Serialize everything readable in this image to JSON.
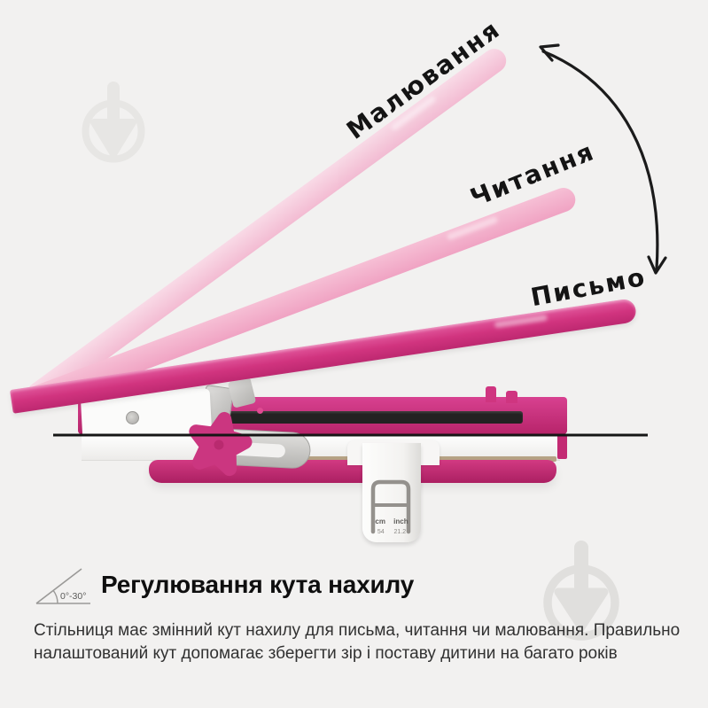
{
  "positions": {
    "drawing_label": "Малювання",
    "reading_label": "Читання",
    "writing_label": "Письмо"
  },
  "info": {
    "angle_range": "0°-30°",
    "heading": "Регулювання кута нахилу",
    "body": "Стільниця має змінний кут нахилу для письма, читання чи малювання. Правильно налаштований кут допомагає зберегти зір і поставу дитини на багато років"
  },
  "desk": {
    "ruler_header": "cm inch",
    "ruler_value": "54 21.2"
  },
  "colors": {
    "background": "#f2f1f0",
    "board_solid": "#d1347f",
    "board_ghost_light": "#f6cade",
    "board_ghost_mid": "#f2afcb",
    "annotation": "#1a1a1a",
    "watermark": "#e4e3e1",
    "tray_dark_pink": "#b7246a"
  }
}
